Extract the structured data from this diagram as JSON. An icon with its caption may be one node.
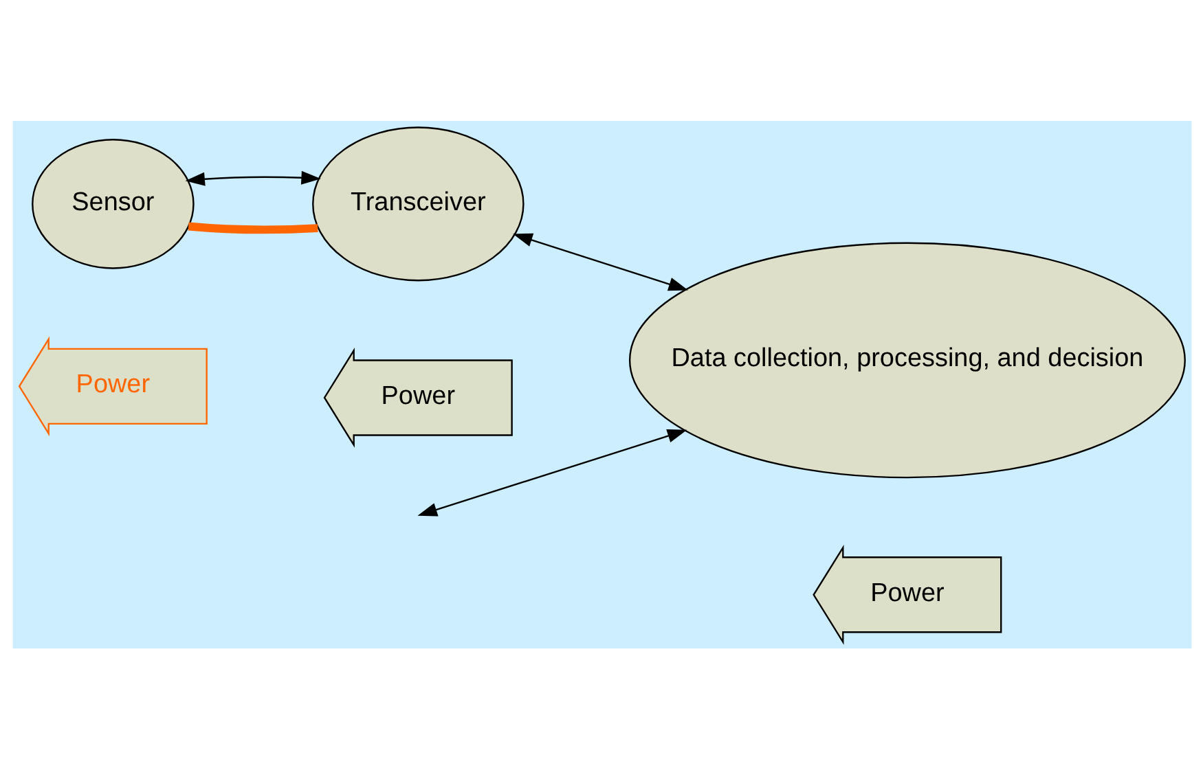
{
  "diagram": {
    "nodes": [
      {
        "text": [
          "Sensor"
        ]
      },
      {
        "text": [
          "Transceiver"
        ]
      },
      {
        "text": [
          "Data collection, processing, and decision"
        ]
      },
      {
        "text": [
          "Power"
        ]
      },
      {
        "text": [
          "Power"
        ]
      },
      {
        "text": [
          "Power"
        ]
      }
    ],
    "edges": [
      {
        "from": 0,
        "to": 1,
        "arrow": "none",
        "style": "thick",
        "color": "#ff6600"
      },
      {
        "from": 0,
        "to": 1,
        "arrow": "both"
      },
      {
        "from": 1,
        "to": 2,
        "arrow": "both"
      },
      {
        "from": null,
        "to": 2,
        "arrow": "both"
      }
    ]
  }
}
